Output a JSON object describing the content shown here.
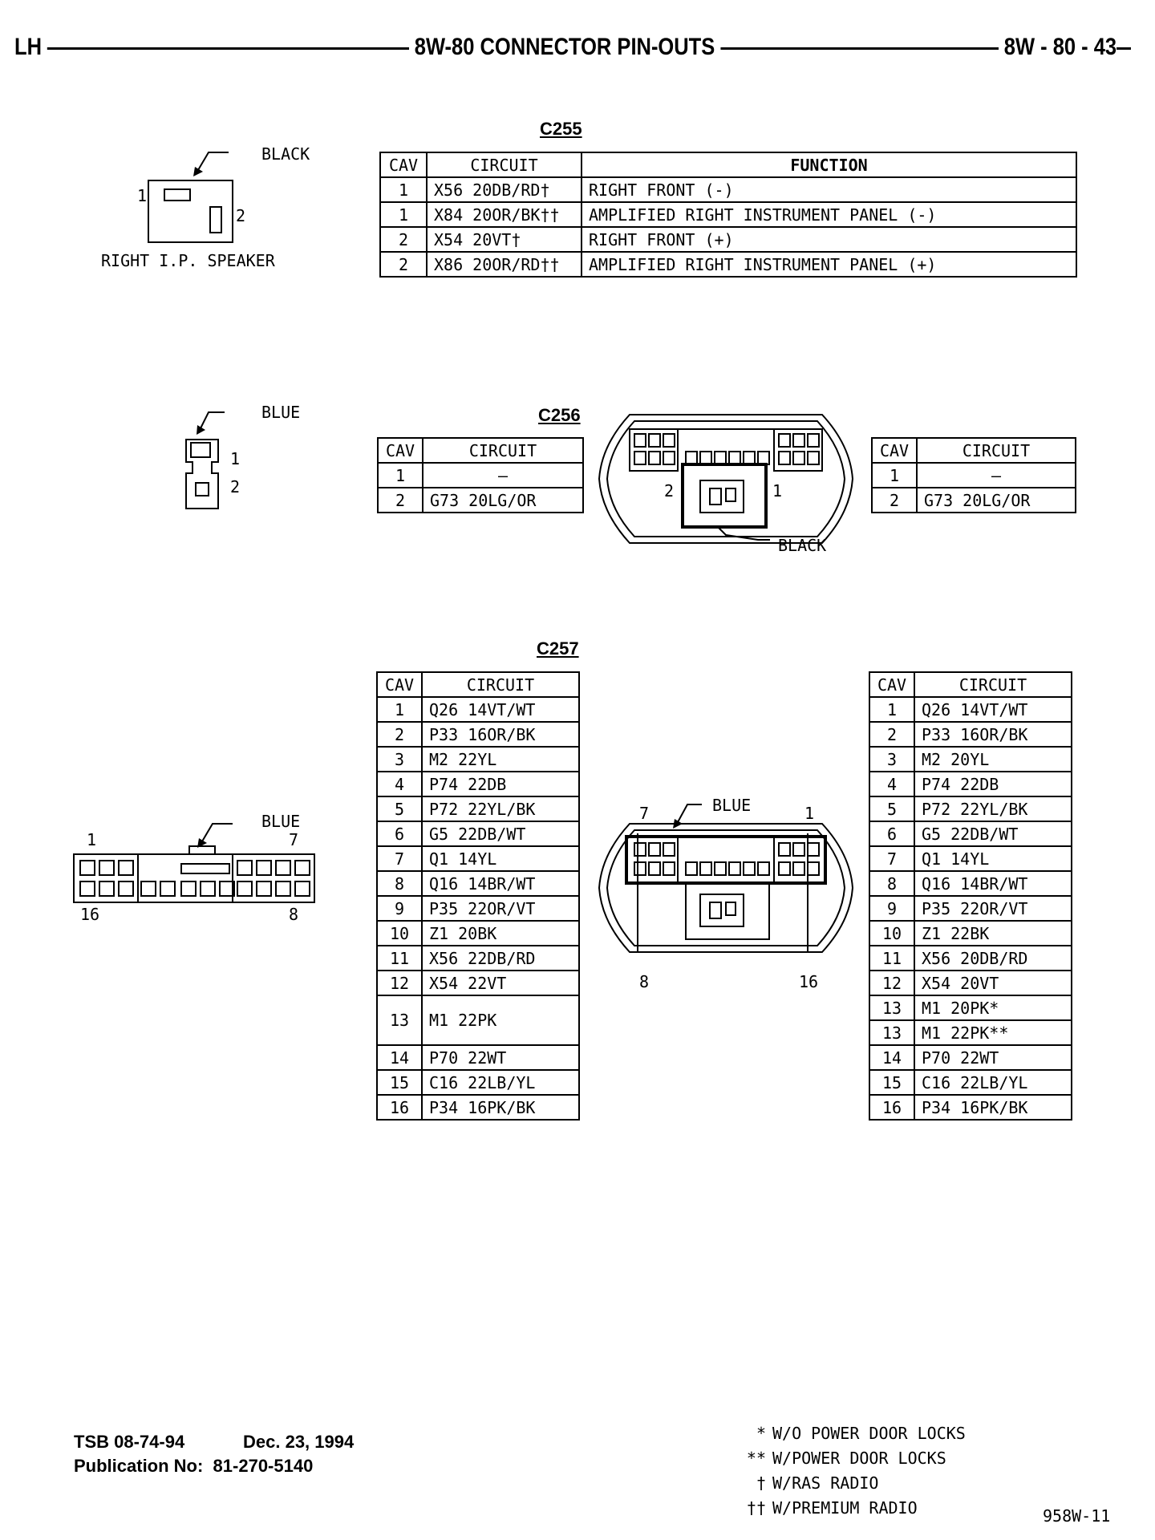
{
  "header": {
    "left": "LH",
    "title": "8W-80 CONNECTOR PIN-OUTS",
    "page": "8W - 80 - 43"
  },
  "c255": {
    "title": "C255",
    "color_label": "BLACK",
    "caption": "RIGHT I.P. SPEAKER",
    "pin_labels": [
      "1",
      "2"
    ],
    "headers": [
      "CAV",
      "CIRCUIT",
      "FUNCTION"
    ],
    "rows": [
      {
        "cav": "1",
        "circuit": "X56 20DB/RD†",
        "function": "RIGHT FRONT (-)"
      },
      {
        "cav": "1",
        "circuit": "X84 20OR/BK††",
        "function": "AMPLIFIED RIGHT INSTRUMENT PANEL (-)"
      },
      {
        "cav": "2",
        "circuit": "X54 20VT†",
        "function": "RIGHT FRONT (+)"
      },
      {
        "cav": "2",
        "circuit": "X86 20OR/RD††",
        "function": "AMPLIFIED RIGHT INSTRUMENT PANEL (+)"
      }
    ]
  },
  "c256": {
    "title": "C256",
    "color_label_left": "BLUE",
    "color_label_right": "BLACK",
    "pin_labels": [
      "1",
      "2"
    ],
    "headers": [
      "CAV",
      "CIRCUIT"
    ],
    "left_rows": [
      {
        "cav": "1",
        "circuit": "–"
      },
      {
        "cav": "2",
        "circuit": "G73 20LG/OR"
      }
    ],
    "right_rows": [
      {
        "cav": "1",
        "circuit": "–"
      },
      {
        "cav": "2",
        "circuit": "G73 20LG/OR"
      }
    ]
  },
  "c257": {
    "title": "C257",
    "color_label_left": "BLUE",
    "color_label_right": "BLUE",
    "left_pins": {
      "tl": "1",
      "tr": "7",
      "bl": "16",
      "br": "8"
    },
    "right_pins": {
      "tl": "7",
      "tr": "1",
      "bl": "8",
      "br": "16"
    },
    "headers": [
      "CAV",
      "CIRCUIT"
    ],
    "left_rows": [
      {
        "cav": "1",
        "circuit": "Q26 14VT/WT"
      },
      {
        "cav": "2",
        "circuit": "P33 16OR/BK"
      },
      {
        "cav": "3",
        "circuit": "M2 22YL"
      },
      {
        "cav": "4",
        "circuit": "P74 22DB"
      },
      {
        "cav": "5",
        "circuit": "P72 22YL/BK"
      },
      {
        "cav": "6",
        "circuit": "G5 22DB/WT"
      },
      {
        "cav": "7",
        "circuit": "Q1 14YL"
      },
      {
        "cav": "8",
        "circuit": "Q16 14BR/WT"
      },
      {
        "cav": "9",
        "circuit": "P35 22OR/VT"
      },
      {
        "cav": "10",
        "circuit": "Z1 20BK"
      },
      {
        "cav": "11",
        "circuit": "X56 22DB/RD"
      },
      {
        "cav": "12",
        "circuit": "X54 22VT"
      },
      {
        "cav": "13",
        "circuit": "M1 22PK",
        "tall": true
      },
      {
        "cav": "14",
        "circuit": "P70 22WT"
      },
      {
        "cav": "15",
        "circuit": "C16 22LB/YL"
      },
      {
        "cav": "16",
        "circuit": "P34 16PK/BK"
      }
    ],
    "right_rows": [
      {
        "cav": "1",
        "circuit": "Q26 14VT/WT"
      },
      {
        "cav": "2",
        "circuit": "P33 16OR/BK"
      },
      {
        "cav": "3",
        "circuit": "M2 20YL"
      },
      {
        "cav": "4",
        "circuit": "P74 22DB"
      },
      {
        "cav": "5",
        "circuit": "P72 22YL/BK"
      },
      {
        "cav": "6",
        "circuit": "G5 22DB/WT"
      },
      {
        "cav": "7",
        "circuit": "Q1 14YL"
      },
      {
        "cav": "8",
        "circuit": "Q16 14BR/WT"
      },
      {
        "cav": "9",
        "circuit": "P35 22OR/VT"
      },
      {
        "cav": "10",
        "circuit": "Z1 22BK"
      },
      {
        "cav": "11",
        "circuit": "X56 20DB/RD"
      },
      {
        "cav": "12",
        "circuit": "X54 20VT"
      },
      {
        "cav": "13",
        "circuit": "M1 20PK*"
      },
      {
        "cav": "13",
        "circuit": "M1 22PK**"
      },
      {
        "cav": "14",
        "circuit": "P70 22WT"
      },
      {
        "cav": "15",
        "circuit": "C16 22LB/YL"
      },
      {
        "cav": "16",
        "circuit": "P34 16PK/BK"
      }
    ]
  },
  "footer": {
    "tsb": "TSB 08-74-94",
    "date": "Dec. 23, 1994",
    "publication": "Publication No:  81-270-5140",
    "legend": [
      {
        "sym": "*",
        "text": "W/O POWER DOOR LOCKS"
      },
      {
        "sym": "**",
        "text": "W/POWER DOOR LOCKS"
      },
      {
        "sym": "†",
        "text": "W/RAS RADIO"
      },
      {
        "sym": "††",
        "text": "W/PREMIUM RADIO"
      }
    ],
    "code": "958W-11"
  }
}
